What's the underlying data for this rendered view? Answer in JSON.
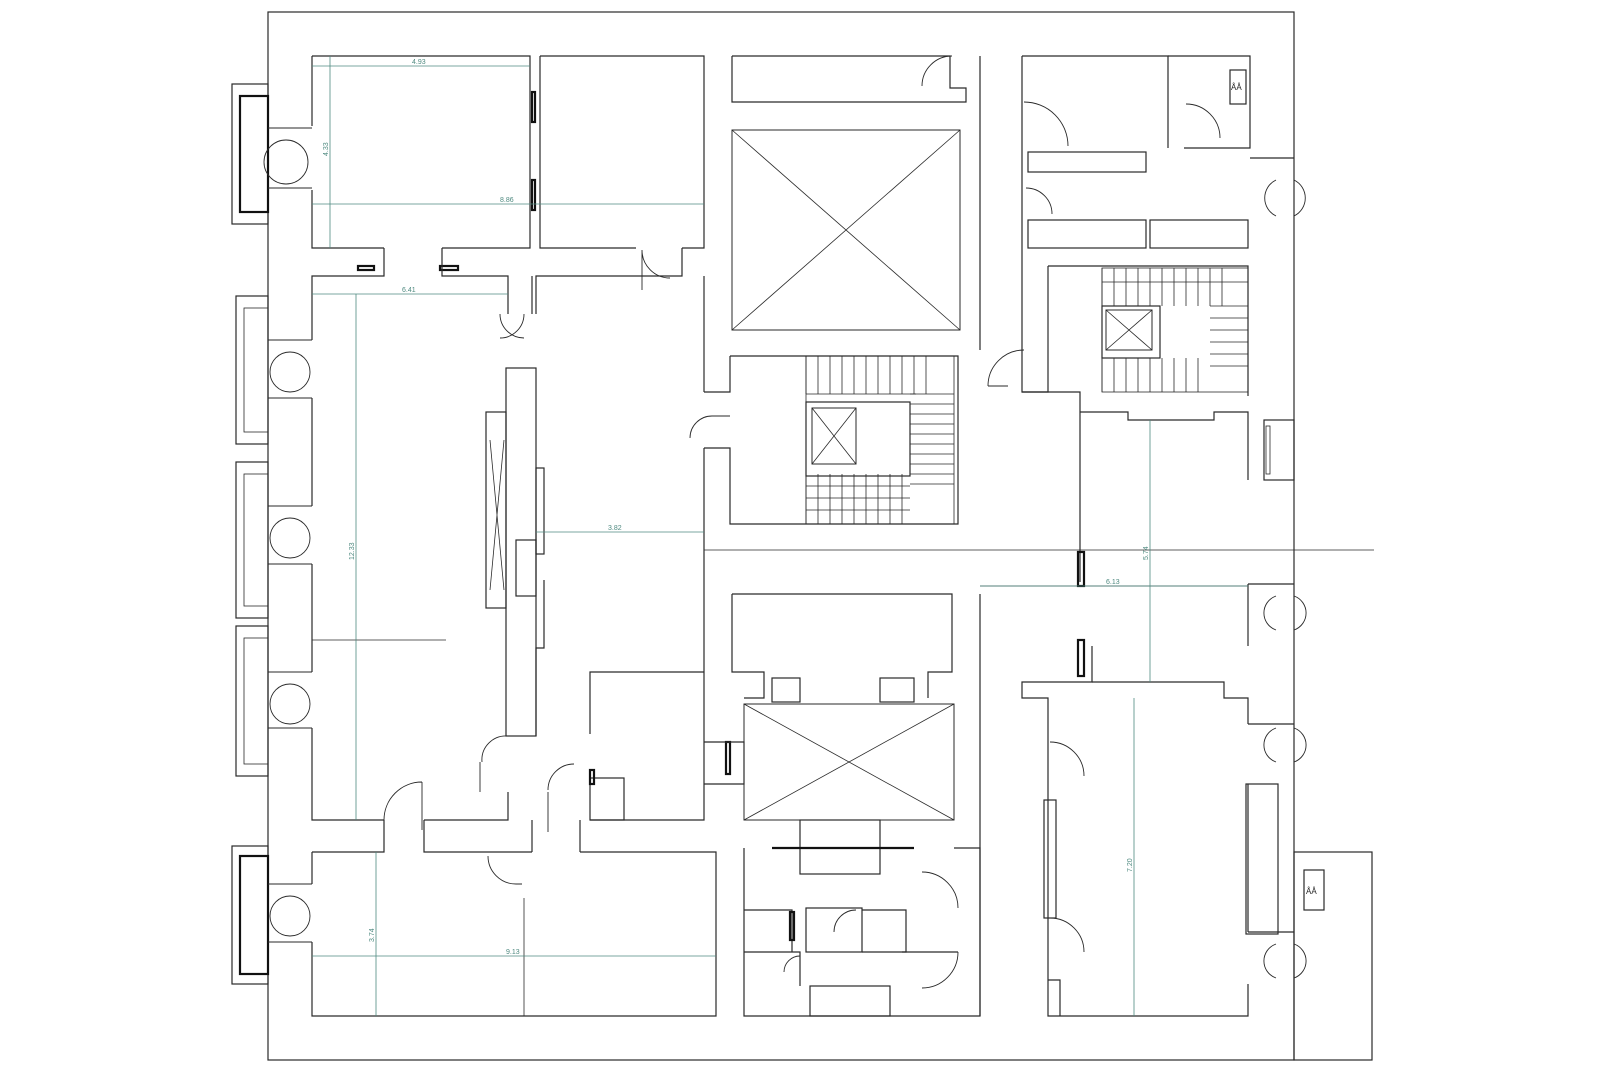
{
  "plan": {
    "dimensions": [
      {
        "id": "d1",
        "text": "4.93"
      },
      {
        "id": "d2",
        "text": "4.33"
      },
      {
        "id": "d3",
        "text": "8.86"
      },
      {
        "id": "d4",
        "text": "6.41"
      },
      {
        "id": "d5",
        "text": "12.33"
      },
      {
        "id": "d6",
        "text": "3.82"
      },
      {
        "id": "d7",
        "text": "5.74"
      },
      {
        "id": "d8",
        "text": "6.13"
      },
      {
        "id": "d9",
        "text": "7.20"
      },
      {
        "id": "d10",
        "text": "3.74"
      },
      {
        "id": "d11",
        "text": "9.13"
      }
    ],
    "toilet_tags": [
      {
        "id": "t1",
        "text": "ÅÅ"
      },
      {
        "id": "t2",
        "text": "ÅÅ"
      }
    ]
  }
}
